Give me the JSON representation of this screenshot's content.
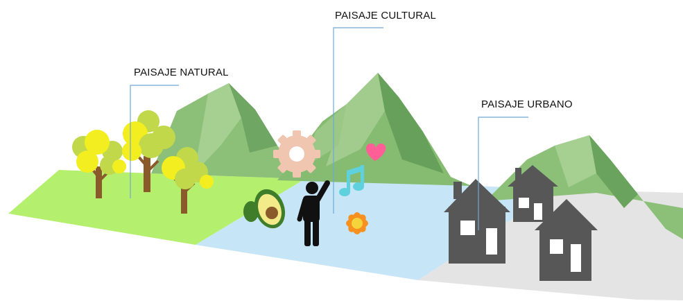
{
  "labels": {
    "natural": "PAISAJE NATURAL",
    "cultural": "PAISAJE CULTURAL",
    "urbano": "PAISAJE URBANO"
  },
  "colors": {
    "natural_ground": "#b4f06e",
    "cultural_ground": "#c6e6f7",
    "urban_ground": "#e4e4e4",
    "mountain": "#8cbf78",
    "mountain_dark": "#5f9a52",
    "leader_line": "#6fa8d6",
    "house": "#575757",
    "tree_trunk": "#8a5a2b",
    "tree_yellow": "#f2ee1f",
    "tree_green": "#c0d84a",
    "gear": "#f0c6b0",
    "music_note": "#5fd1dd",
    "heart": "#ff5f96",
    "flower": "#f7901e",
    "person": "#111111",
    "avocado": "#3f7d2b"
  },
  "icons": [
    "tree-icon",
    "mountain-icon",
    "gear-icon",
    "music-note-icon",
    "heart-icon",
    "flower-icon",
    "person-icon",
    "avocado-icon",
    "house-icon"
  ]
}
